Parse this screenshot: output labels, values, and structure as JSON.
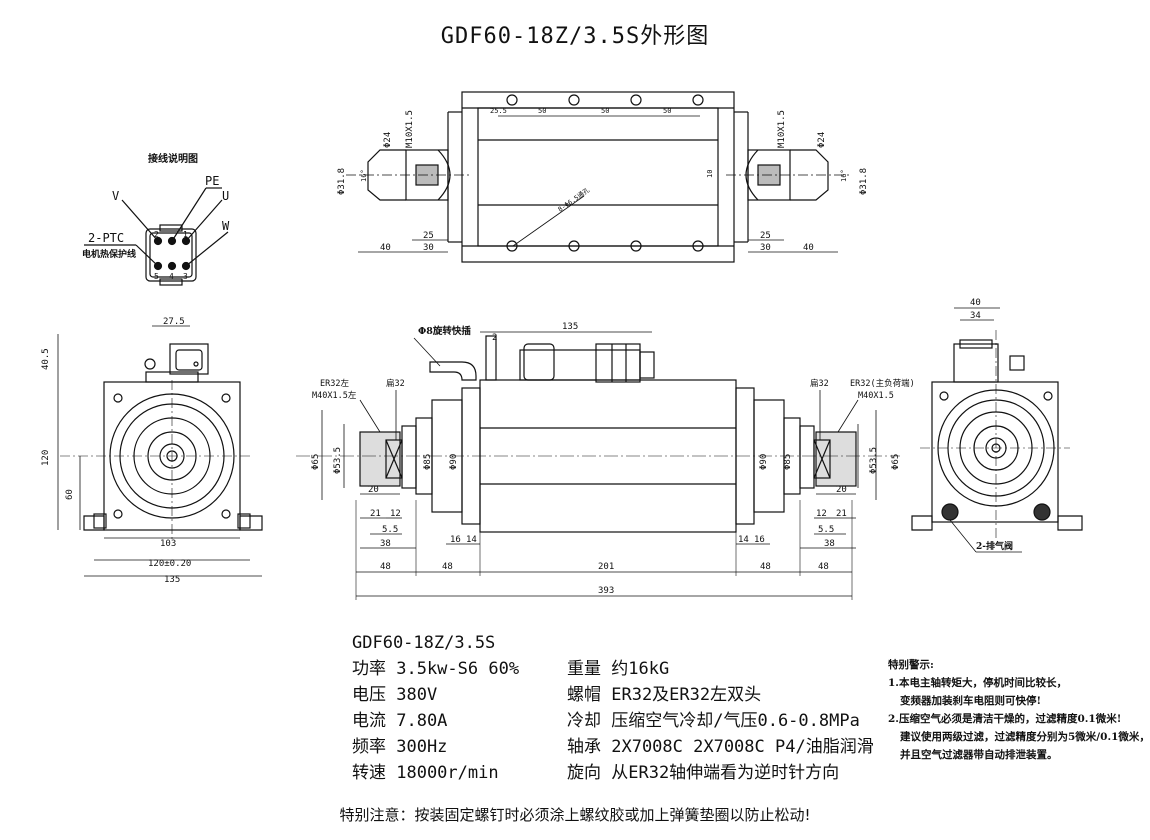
{
  "title": "GDF60-18Z/3.5S外形图",
  "wiring": {
    "heading": "接线说明图",
    "pins": [
      "2",
      "1",
      "5",
      "4",
      "3"
    ],
    "labels": {
      "pe": "PE",
      "v": "V",
      "u": "U",
      "w": "W",
      "ptc": "2-PTC",
      "ptc_desc": "电机热保护线"
    }
  },
  "top_view": {
    "dims": {
      "d24_l": "Φ24",
      "m10_l": "M10X1.5",
      "d318_l": "Φ31.8",
      "ang_l": "16°",
      "d24_r": "Φ24",
      "m10_r": "M10X1.5",
      "d318_r": "Φ31.8",
      "ang_r": "16°",
      "a25": "25",
      "a30": "30",
      "a40": "40",
      "b25": "25",
      "b30": "30",
      "b40": "40",
      "p255": "25.5",
      "p50a": "50",
      "p50b": "50",
      "p50c": "50",
      "hole": "8-Φ6.5通孔",
      "ten": "10"
    }
  },
  "front_view": {
    "dims": {
      "d275": "27.5",
      "h405": "40.5",
      "h120": "120",
      "h60": "60",
      "w103": "103",
      "w120": "120±0.20",
      "w135": "135"
    }
  },
  "side_view": {
    "plug": "Φ8旋转快插",
    "er32_l": "ER32左",
    "m40_l": "M40X1.5左",
    "bian_l": "扁32",
    "bian_r": "扁32",
    "er32_r": "ER32(主负荷端)",
    "m40_r": "M40X1.5",
    "dims": {
      "d135": "135",
      "d2": "2",
      "d65_l": "Φ65",
      "d535_l": "Φ53.5",
      "d85_l": "Φ85",
      "d90_l": "Φ90",
      "d90_r": "Φ90",
      "d85_r": "Φ85",
      "d535_r": "Φ53.5",
      "d65_r": "Φ65",
      "l20": "20",
      "l21": "21",
      "l12": "12",
      "l55": "5.5",
      "l38": "38",
      "r20": "20",
      "r12": "12",
      "r21": "21",
      "r55": "5.5",
      "r38": "38",
      "l16": "16",
      "l14": "14",
      "r14": "14",
      "r16": "16",
      "s48a": "48",
      "s48b": "48",
      "s201": "201",
      "s48c": "48",
      "s48d": "48",
      "s393": "393"
    }
  },
  "rear_view": {
    "dims": {
      "w40": "40",
      "w34": "34"
    },
    "exhaust": "2-排气阀"
  },
  "specs_left": [
    "GDF60-18Z/3.5S",
    "功率 3.5kw-S6 60%",
    "电压 380V",
    "电流 7.80A",
    "频率 300Hz",
    "转速 18000r/min"
  ],
  "specs_right": [
    "重量 约16kG",
    "螺帽 ER32及ER32左双头",
    "冷却 压缩空气冷却/气压0.6-0.8MPa",
    "轴承 2X7008C 2X7008C P4/油脂润滑",
    "旋向 从ER32轴伸端看为逆时针方向"
  ],
  "warning": [
    "特别警示:",
    "1.本电主轴转矩大，停机时间比较长，",
    "变频器加装刹车电阻则可快停!",
    "2.压缩空气必须是清洁干燥的，过滤精度0.1微米!",
    "建议使用两级过滤，过滤精度分别为5微米/0.1微米，",
    "并且空气过滤器带自动排泄装置。"
  ],
  "footer": "特别注意：按装固定螺钉时必须涂上螺纹胶或加上弹簧垫圈以防止松动!"
}
